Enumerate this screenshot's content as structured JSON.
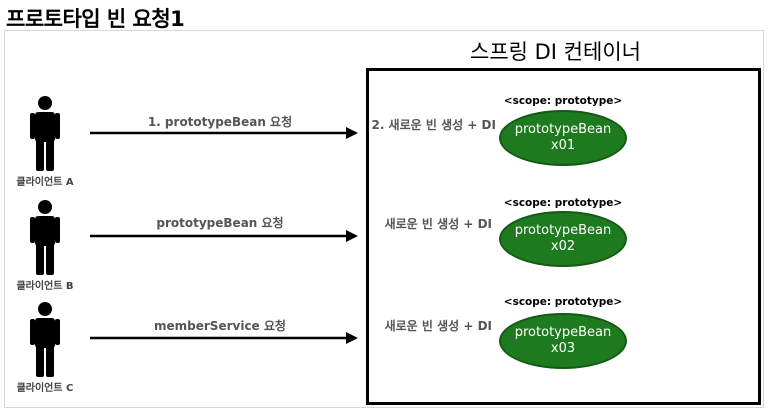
{
  "title": "프로토타입 빈 요청1",
  "container": {
    "title": "스프링 DI 컨테이너"
  },
  "rows": [
    {
      "client_label": "클라이언트 A",
      "request_label": "1. prototypeBean 요청",
      "create_label": "2. 새로운 빈 생성 + DI",
      "scope_label": "<scope: prototype>",
      "bean_name": "prototypeBean",
      "bean_id": "x01"
    },
    {
      "client_label": "클라이언트 B",
      "request_label": "prototypeBean 요청",
      "create_label": "새로운 빈 생성 + DI",
      "scope_label": "<scope: prototype>",
      "bean_name": "prototypeBean",
      "bean_id": "x02"
    },
    {
      "client_label": "클라이언트 C",
      "request_label": "memberService 요청",
      "create_label": "새로운 빈 생성 + DI",
      "scope_label": "<scope: prototype>",
      "bean_name": "prototypeBean",
      "bean_id": "x03"
    }
  ],
  "colors": {
    "bean_fill": "#1e7a1e",
    "arrow": "#000000"
  }
}
